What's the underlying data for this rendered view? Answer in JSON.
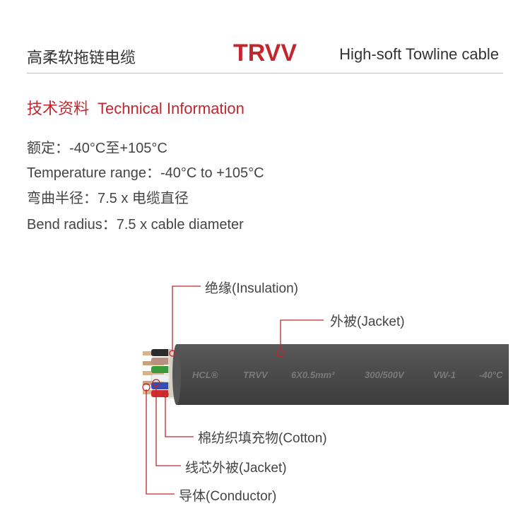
{
  "header": {
    "left": "高柔软拖链电缆",
    "center": "TRVV",
    "right": "High-soft Towline cable"
  },
  "section": {
    "title_cn": "技术资料",
    "title_en": "Technical Information"
  },
  "specs": [
    "额定：-40°C至+105°C",
    "Temperature range：-40°C to +105°C",
    "弯曲半径：7.5 x 电缆直径",
    "Bend radius：7.5 x cable diameter"
  ],
  "cable": {
    "printing": [
      "HCL®",
      "TRVV",
      "6X0.5mm²",
      "300/500V",
      "VW-1",
      "-40°C"
    ],
    "callouts": {
      "insulation": "绝缘(Insulation)",
      "jacket": "外被(Jacket)",
      "cotton": "棉纺织填充物(Cotton)",
      "core_jacket": "线芯外被(Jacket)",
      "conductor": "导体(Conductor)"
    }
  },
  "colors": {
    "accent": "#c1272d",
    "cable_body": "#4a4a4a",
    "cable_text": "#7a7a7a"
  }
}
